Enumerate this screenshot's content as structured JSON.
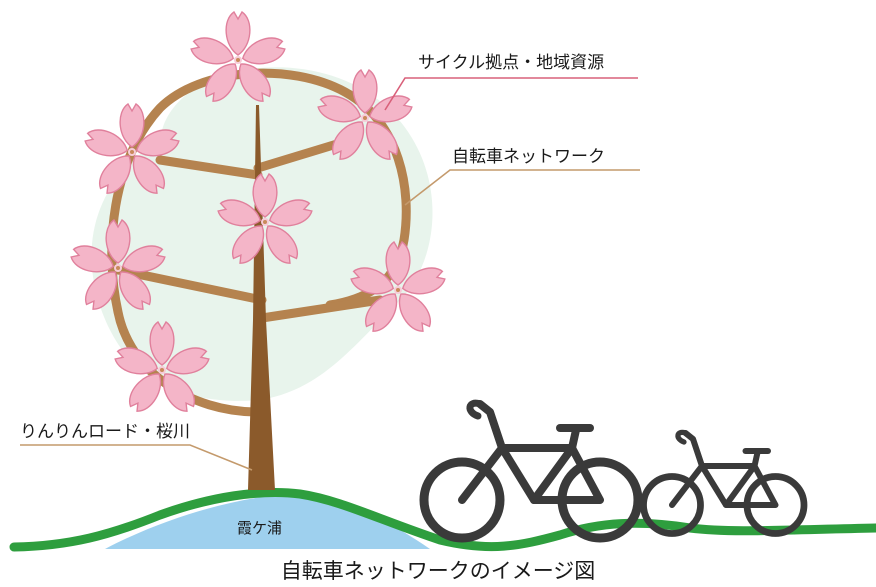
{
  "title": "自転車ネットワークのイメージ図",
  "labels": {
    "cycle_bases": "サイクル拠点・地域資源",
    "bicycle_network": "自転車ネットワーク",
    "rinrin_road": "りんりんロード・桜川",
    "lake": "霞ケ浦"
  },
  "colors": {
    "trunk": "#8B5A2B",
    "branch": "#B5834F",
    "blossom": "#F4B5C8",
    "blossom_stroke": "#E0809C",
    "canopy": "#E8F4EC",
    "ground": "#2E9E3E",
    "lake": "#9ED0EE",
    "bike": "#3A3A3A",
    "leader_red": "#D9607A",
    "leader_brown": "#C49A6C"
  },
  "icons": [
    "cherry-blossom-icon",
    "bicycle-icon"
  ]
}
